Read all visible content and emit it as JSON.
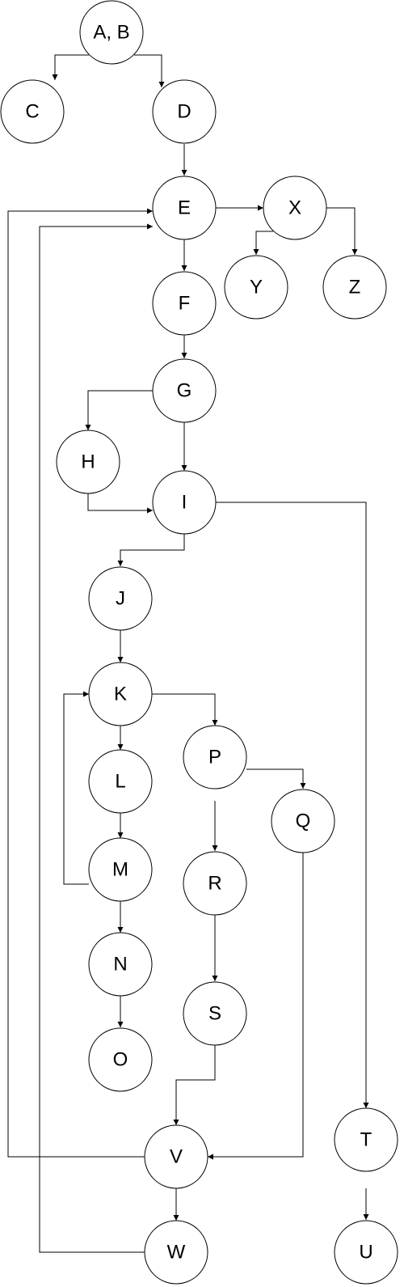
{
  "nodes": {
    "ab": "A, B",
    "c": "C",
    "d": "D",
    "e": "E",
    "x": "X",
    "y": "Y",
    "z": "Z",
    "f": "F",
    "g": "G",
    "h": "H",
    "i": "I",
    "j": "J",
    "k": "K",
    "l": "L",
    "m": "M",
    "n": "N",
    "o": "O",
    "p": "P",
    "q": "Q",
    "r": "R",
    "s": "S",
    "t": "T",
    "u": "U",
    "v": "V",
    "w": "W"
  },
  "edges": [
    {
      "from": "A, B",
      "to": "C"
    },
    {
      "from": "A, B",
      "to": "D"
    },
    {
      "from": "D",
      "to": "E"
    },
    {
      "from": "E",
      "to": "X"
    },
    {
      "from": "X",
      "to": "Y"
    },
    {
      "from": "X",
      "to": "Z"
    },
    {
      "from": "E",
      "to": "F"
    },
    {
      "from": "F",
      "to": "G"
    },
    {
      "from": "G",
      "to": "H"
    },
    {
      "from": "G",
      "to": "I"
    },
    {
      "from": "H",
      "to": "I"
    },
    {
      "from": "I",
      "to": "J"
    },
    {
      "from": "I",
      "to": "T"
    },
    {
      "from": "J",
      "to": "K"
    },
    {
      "from": "K",
      "to": "L"
    },
    {
      "from": "K",
      "to": "P"
    },
    {
      "from": "L",
      "to": "M"
    },
    {
      "from": "M",
      "to": "K"
    },
    {
      "from": "M",
      "to": "N"
    },
    {
      "from": "N",
      "to": "O"
    },
    {
      "from": "P",
      "to": "Q"
    },
    {
      "from": "P",
      "to": "R"
    },
    {
      "from": "R",
      "to": "S"
    },
    {
      "from": "S",
      "to": "V"
    },
    {
      "from": "Q",
      "to": "V"
    },
    {
      "from": "V",
      "to": "E"
    },
    {
      "from": "V",
      "to": "W"
    },
    {
      "from": "W",
      "to": "E"
    },
    {
      "from": "T",
      "to": "U"
    }
  ]
}
